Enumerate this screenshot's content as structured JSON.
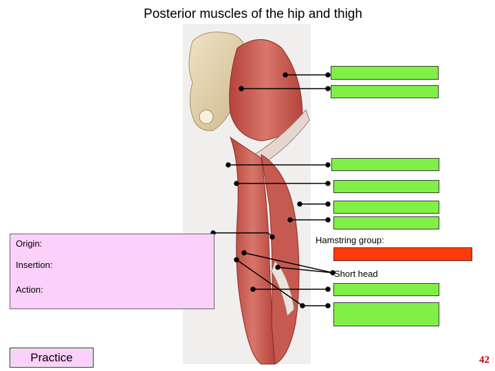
{
  "title": "Posterior muscles of the hip and thigh",
  "info_box": {
    "origin_label": "Origin:",
    "insertion_label": "Insertion:",
    "action_label": "Action:"
  },
  "hamstring_label": "Hamstring group:",
  "short_head_label": "Short head",
  "practice_label": "Practice",
  "page_number": "42",
  "colors": {
    "label_box": "#80f046",
    "highlight_box": "#ff3a0a",
    "info_box": "#fbd0fb",
    "page_number": "#c00000"
  }
}
